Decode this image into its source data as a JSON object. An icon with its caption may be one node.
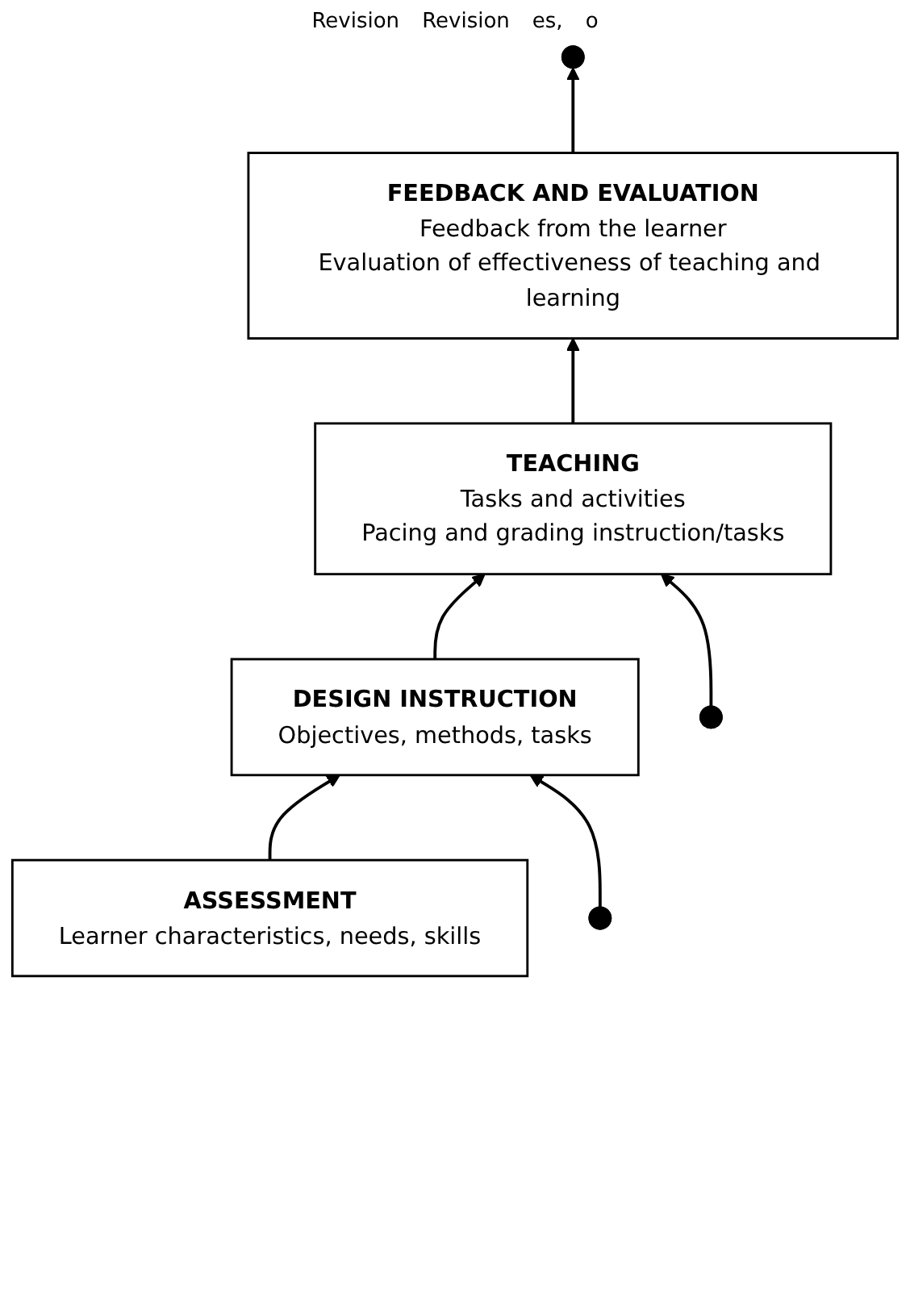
{
  "diagram": {
    "nodes": [
      {
        "text": [
          "FEEDBACK AND EVALUATION",
          "Feedback from the learner",
          "Evaluation of effectiveness of teaching and learning"
        ]
      },
      {
        "text": [
          "TEACHING",
          "Tasks and activities",
          "Pacing and grading instruction/tasks"
        ]
      },
      {
        "text": [
          "DESIGN INSTRUCTION",
          "Objectives, methods, tasks"
        ]
      },
      {
        "text": [
          "ASSESSMENT",
          "Learner characteristics, needs, skills"
        ]
      }
    ],
    "edges": [
      {
        "from": 3,
        "to": 2,
        "arrow": "to"
      },
      {
        "from": 2,
        "to": 1,
        "arrow": "to"
      },
      {
        "from": 1,
        "to": 0,
        "arrow": "to"
      },
      {
        "from": 0,
        "to": null,
        "arrow": "to"
      },
      {
        "from": null,
        "to": 1,
        "arrow": "to"
      },
      {
        "from": null,
        "to": 2,
        "arrow": "to"
      }
    ],
    "labels": [
      "Revision",
      "Revision",
      "es,",
      "o"
    ]
  }
}
